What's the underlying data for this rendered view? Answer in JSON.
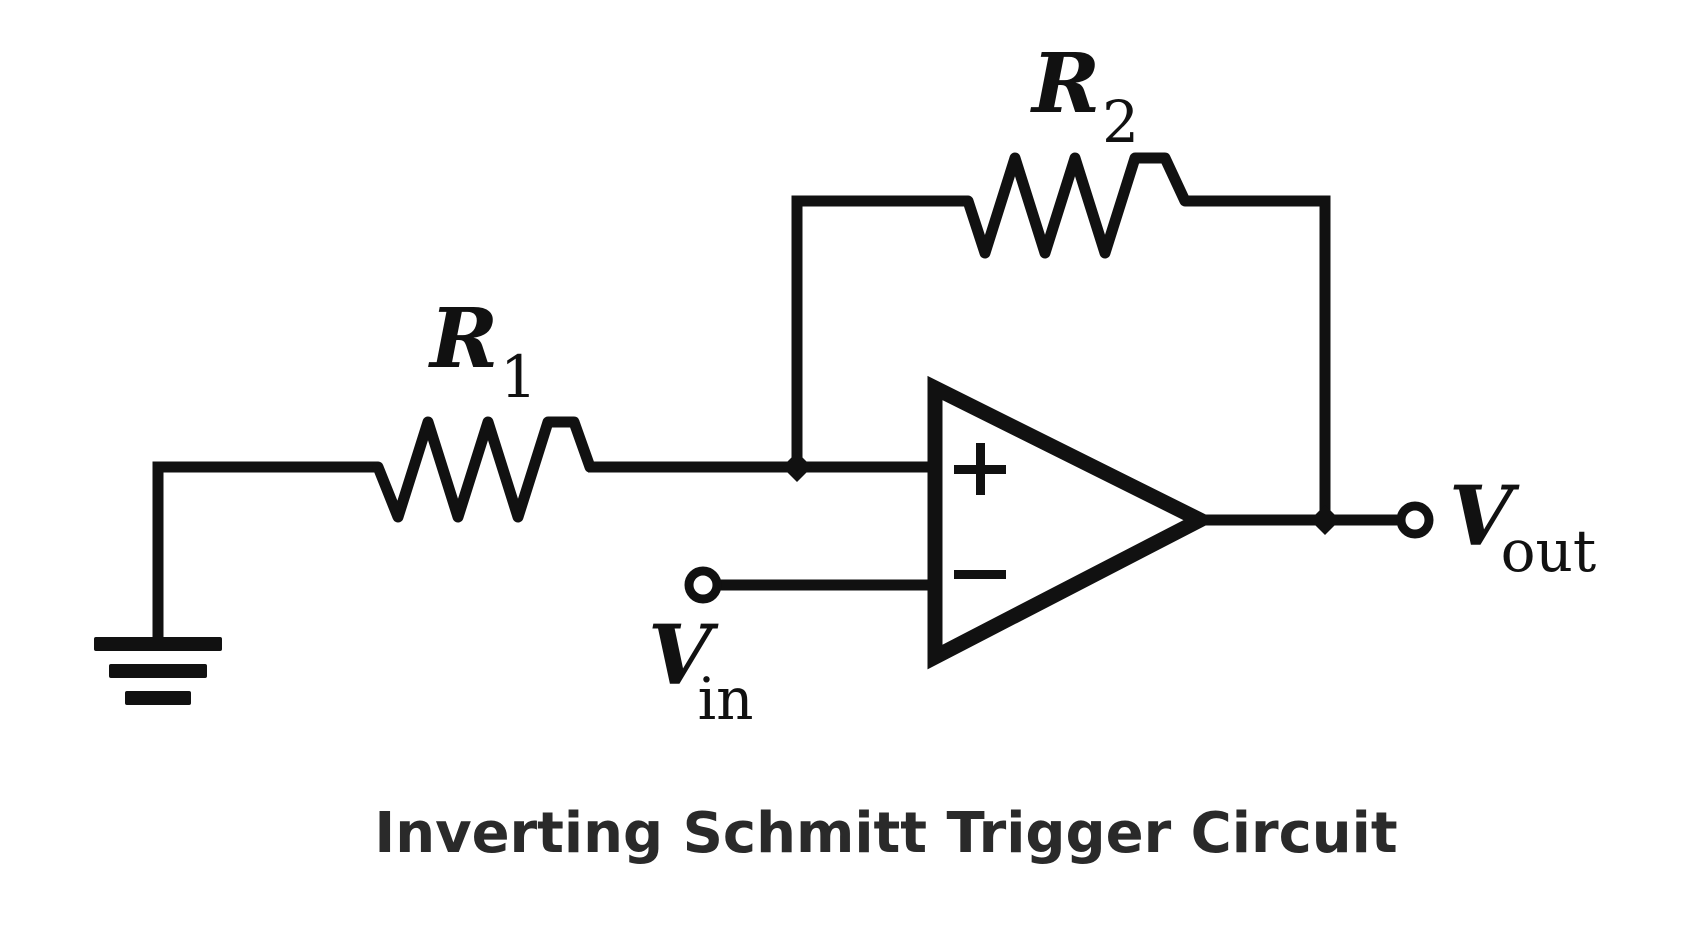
{
  "diagram": {
    "caption": "Inverting Schmitt Trigger Circuit",
    "components": {
      "r1": {
        "symbol": "R",
        "subscript": "1"
      },
      "r2": {
        "symbol": "R",
        "subscript": "2"
      },
      "vin": {
        "symbol": "V",
        "subscript": "in"
      },
      "vout": {
        "symbol": "V",
        "subscript": "out"
      },
      "opamp": {
        "noninverting_sign": "+",
        "inverting_sign": "−"
      }
    },
    "colors": {
      "ink": "#111111",
      "caption": "#2a2a2a",
      "background": "#ffffff"
    }
  }
}
